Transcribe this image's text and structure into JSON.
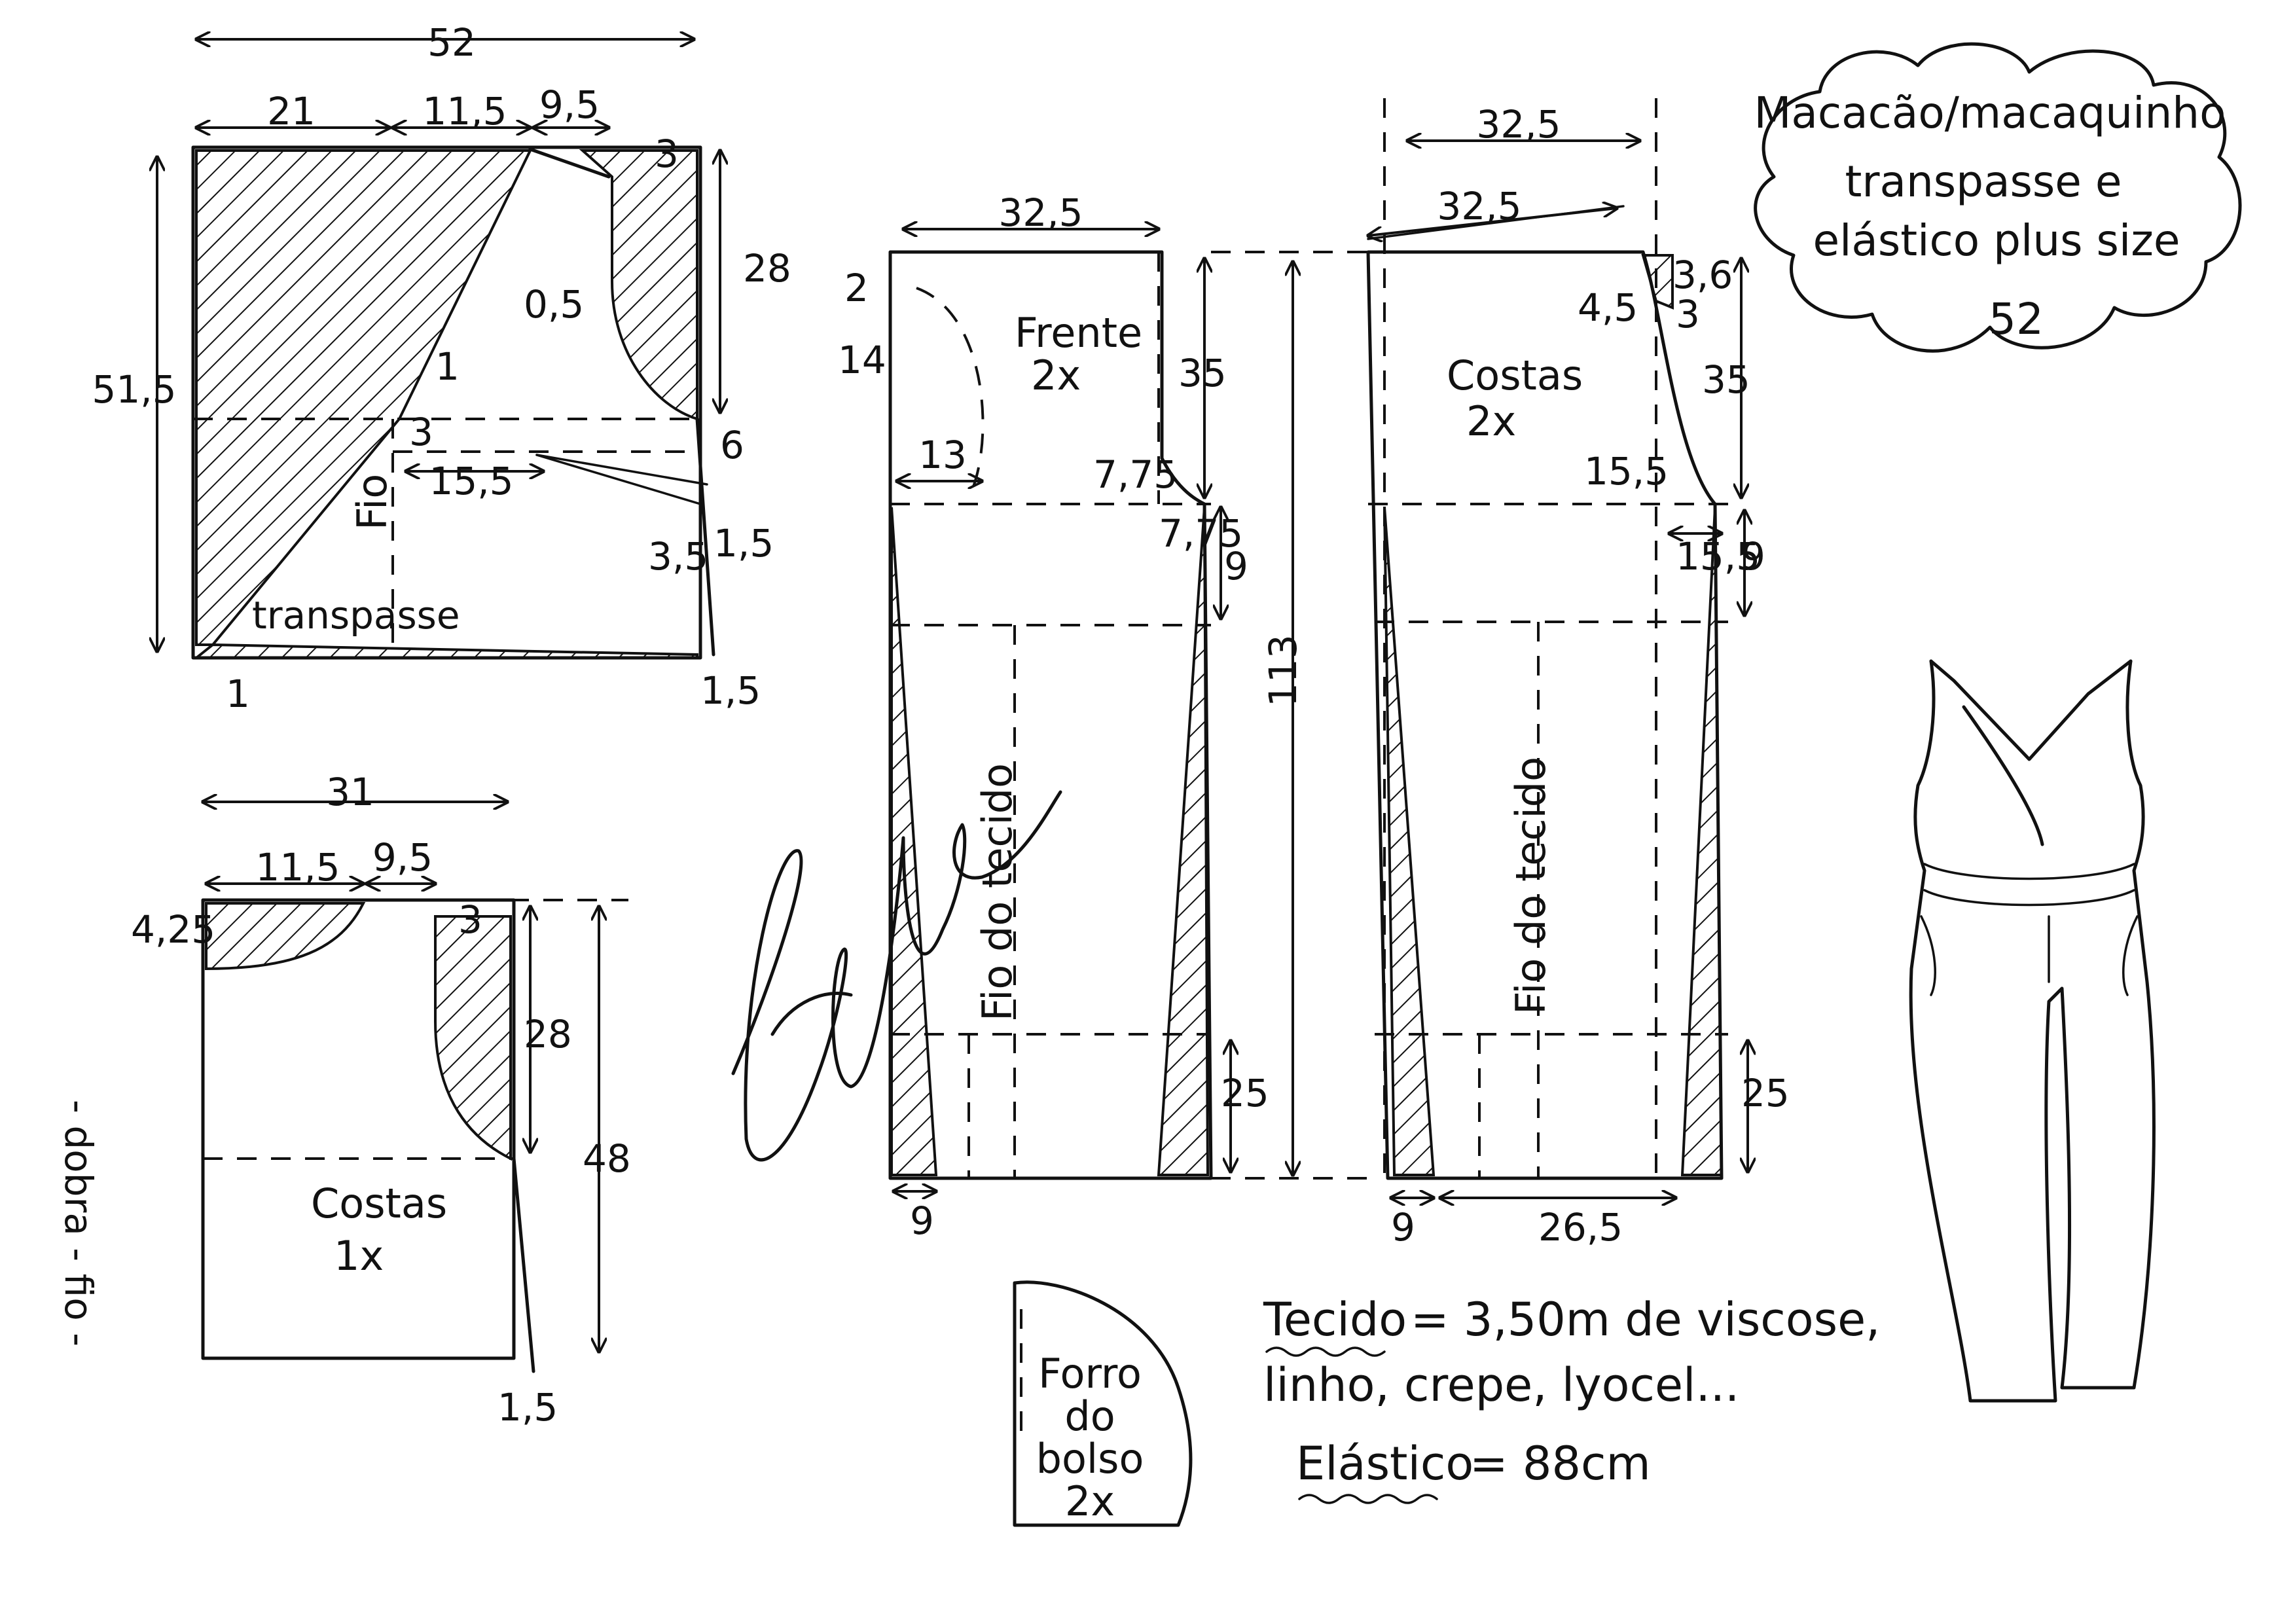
{
  "title_block": {
    "line1": "Macacão/macaquinho",
    "line2": "transpasse e",
    "line3": "elástico plus size",
    "size": "52"
  },
  "front_bodice": {
    "width_total": "52",
    "seg_a": "21",
    "seg_b": "11,5",
    "seg_c": "9,5",
    "height": "51,5",
    "armhole_depth": "28",
    "mark_3_top": "3",
    "mark_05": "0,5",
    "mark_1": "1",
    "mark_3_mid": "3",
    "mark_6": "6",
    "dart_width": "15,5",
    "mark_35": "3,5",
    "mark_15_side": "1,5",
    "mark_15_bottom": "1,5",
    "mark_1_bottom": "1",
    "grain": "Fio",
    "wrap_label": "transpasse"
  },
  "back_bodice": {
    "width_total": "31",
    "seg_a": "11,5",
    "seg_b": "9,5",
    "neck_depth": "4,25",
    "mark_3": "3",
    "armhole_depth": "28",
    "height": "48",
    "mark_15": "1,5",
    "fold_label": "- dobra - fio -",
    "name": "Costas",
    "count": "1x"
  },
  "front_pants": {
    "width_top": "32,5",
    "mark_2": "2",
    "mark_14": "14",
    "crotch_depth": "35",
    "mark_13": "13",
    "mark_775a": "7,75",
    "mark_775b": "7,75",
    "mark_9": "9",
    "hem_25": "25",
    "hem_9": "9",
    "name": "Frente",
    "count": "2x",
    "grain": "Fio do tecido"
  },
  "length_total": "113",
  "back_pants": {
    "width_top_outer": "32,5",
    "width_top_inner": "32,5",
    "mark_45": "4,5",
    "mark_36": "3,6",
    "mark_3": "3",
    "crotch_depth": "35",
    "mark_155a": "15,5",
    "mark_155b": "15,5",
    "mark_9": "9",
    "hem_25": "25",
    "hem_9": "9",
    "hem_265": "26,5",
    "name": "Costas",
    "count": "2x",
    "grain": "Fio do tecido"
  },
  "pocket": {
    "l1": "Forro",
    "l2": "do",
    "l3": "bolso",
    "l4": "2x"
  },
  "materials": {
    "fabric_label": "Tecido",
    "fabric_text": "= 3,50m de viscose,",
    "fabric_text2": "linho, crepe, lyocel...",
    "elastic_label": "Elástico",
    "elastic_text": "= 88cm"
  },
  "colors": {
    "ink": "#111111",
    "paper": "#ffffff"
  },
  "icons": {
    "signature": "signature-mark",
    "sketch": "jumpsuit-sketch"
  }
}
